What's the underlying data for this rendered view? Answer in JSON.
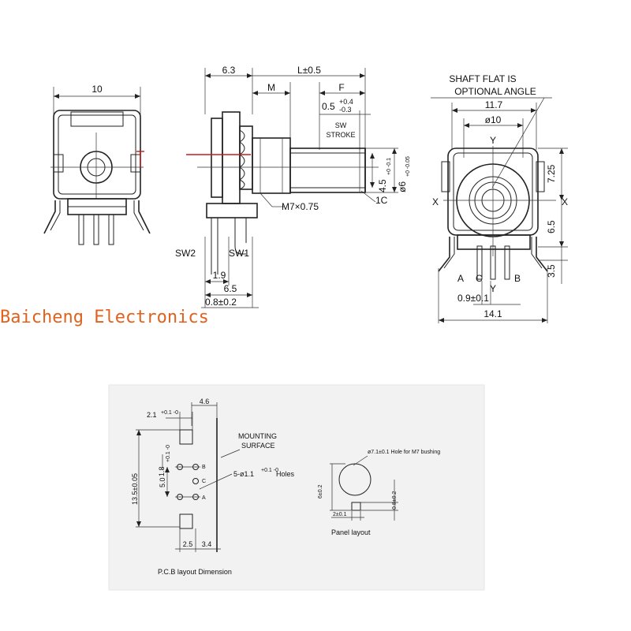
{
  "brand": {
    "text": "Baicheng Electronics",
    "color": "#e0621c"
  },
  "front_view": {
    "width_dim": "10"
  },
  "side_view": {
    "dim_6_3": "6.3",
    "dim_L": "L±0.5",
    "label_M": "M",
    "label_F": "F",
    "stroke_value": "0.5",
    "stroke_tol_upper": "+0.4",
    "stroke_tol_lower": "-0.3",
    "sw_label": "SW",
    "stroke_label": "STROKE",
    "dim_4_5": "4.5",
    "dim_4_5_tol": "+0 -0.1",
    "dim_phi6": "ø6",
    "dim_phi6_tol": "+0 -0.05",
    "chamfer": "1C",
    "thread": "M7×0.75",
    "sw2": "SW2",
    "sw1": "SW1",
    "dim_1_9": "1.9",
    "dim_6_5": "6.5",
    "dim_0_8": "0.8±0.2"
  },
  "end_view": {
    "note_line1": "SHAFT FLAT IS",
    "note_line2": "OPTIONAL ANGLE",
    "dim_11_7": "11.7",
    "dim_phi10": "ø10",
    "axis_y": "Y",
    "axis_x": "X",
    "dim_7_25": "7.25",
    "dim_6_5": "6.5",
    "dim_3_5": "3.5",
    "pin_a": "A",
    "pin_c": "C",
    "pin_b": "B",
    "dim_0_9": "0.9±0.1",
    "dim_14_1": "14.1"
  },
  "pcb_layout": {
    "dim_4_6": "4.6",
    "dim_2_1": "2.1",
    "dim_2_1_tol": "+0.1 -0",
    "mounting_line1": "MOUNTING",
    "mounting_line2": "SURFACE",
    "dim_13_5": "13.5±0.05",
    "dim_1_8": "1.8",
    "dim_1_8_tol": "+0.1 -0",
    "dim_5_0": "5.0",
    "holes": "5-ø1.1",
    "holes_tol": "+0.1 -0",
    "holes_suffix": "Holes",
    "pin_b": "B",
    "pin_c": "C",
    "pin_a": "A",
    "dim_2_5": "2.5",
    "dim_3_4": "3.4",
    "caption": "P.C.B layout Dimension"
  },
  "panel_layout": {
    "hole_note": "ø7.1±0.1 Hole for M7 bushing",
    "dim_6": "6±0.2",
    "dim_0_8": "0.8±0.2",
    "dim_2": "2±0.1",
    "caption": "Panel layout"
  }
}
